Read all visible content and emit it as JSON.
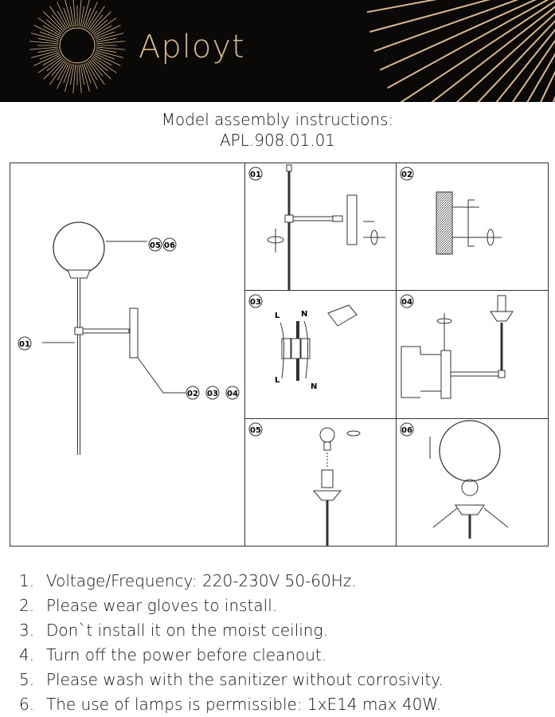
{
  "header": {
    "brand": "Aployt",
    "accent": "#d9b98a"
  },
  "title": {
    "line1": "Model assembly instructions:",
    "line2": "APL.908.01.01"
  },
  "overview": {
    "labels": [
      "05",
      "06",
      "01",
      "02",
      "03",
      "04"
    ]
  },
  "steps": [
    {
      "num": "01"
    },
    {
      "num": "02"
    },
    {
      "num": "03",
      "wire_l": "L",
      "wire_n": "N"
    },
    {
      "num": "04"
    },
    {
      "num": "05"
    },
    {
      "num": "06"
    }
  ],
  "notes": [
    {
      "n": "1.",
      "text": "Voltage/Frequency: 220-230V 50-60Hz."
    },
    {
      "n": "2.",
      "text": "Please wear gloves to install."
    },
    {
      "n": "3.",
      "text": "Don`t install it on the moist ceiling."
    },
    {
      "n": "4.",
      "text": "Turn off the power before cleanout."
    },
    {
      "n": "5.",
      "text": "Please wash with the sanitizer without corrosivity."
    },
    {
      "n": "6.",
      "text": "The use of lamps is permissible: 1xE14 max 40W."
    }
  ]
}
